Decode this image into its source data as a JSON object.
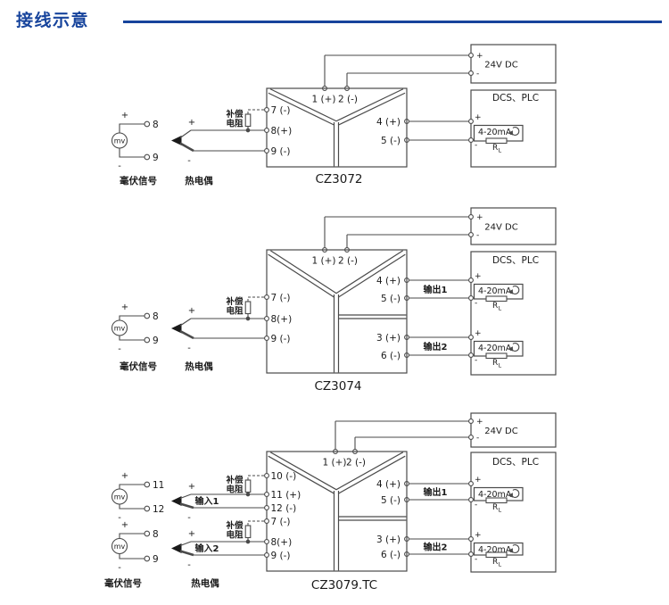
{
  "page": {
    "title": "接线示意"
  },
  "colors": {
    "accent": "#17449c",
    "line": "#4a4a4a",
    "text": "#1a1a1a"
  },
  "labels": {
    "power": "24V DC",
    "dcs": "DCS、PLC",
    "loop": "4-20mA",
    "load_r": "R",
    "load_r_sub": "L",
    "plus": "+",
    "minus": "-",
    "mv": "mv",
    "millivolt_signal": "毫伏信号",
    "thermocouple": "热电偶",
    "comp_res_line1": "补偿",
    "comp_res_line2": "电阻"
  },
  "diagrams": [
    {
      "model": "CZ3072",
      "power_terminals": [
        "1 (+)",
        "2 (-)"
      ],
      "inputs": [
        {
          "mv_plus_num": "8",
          "mv_minus_num": "9",
          "comp_terminal": "7 (-)",
          "tc_plus_terminal": "8(+)",
          "tc_minus_terminal": "9 (-)",
          "label": ""
        }
      ],
      "outputs": [
        {
          "plus_terminal": "4 (+)",
          "minus_terminal": "5 (-)",
          "label": ""
        }
      ]
    },
    {
      "model": "CZ3074",
      "power_terminals": [
        "1 (+)",
        "2 (-)"
      ],
      "inputs": [
        {
          "mv_plus_num": "8",
          "mv_minus_num": "9",
          "comp_terminal": "7 (-)",
          "tc_plus_terminal": "8(+)",
          "tc_minus_terminal": "9 (-)",
          "label": ""
        }
      ],
      "outputs": [
        {
          "plus_terminal": "4 (+)",
          "minus_terminal": "5 (-)",
          "label": "输出1"
        },
        {
          "plus_terminal": "3 (+)",
          "minus_terminal": "6 (-)",
          "label": "输出2"
        }
      ]
    },
    {
      "model": "CZ3079.TC",
      "power_terminals": [
        "1 (+)",
        "2 (-)"
      ],
      "inputs": [
        {
          "mv_plus_num": "11",
          "mv_minus_num": "12",
          "comp_terminal": "10 (-)",
          "tc_plus_terminal": "11 (+)",
          "tc_minus_terminal": "12 (-)",
          "label": "输入1"
        },
        {
          "mv_plus_num": "8",
          "mv_minus_num": "9",
          "comp_terminal": "7 (-)",
          "tc_plus_terminal": "8(+)",
          "tc_minus_terminal": "9 (-)",
          "label": "输入2"
        }
      ],
      "outputs": [
        {
          "plus_terminal": "4 (+)",
          "minus_terminal": "5 (-)",
          "label": "输出1"
        },
        {
          "plus_terminal": "3 (+)",
          "minus_terminal": "6 (-)",
          "label": "输出2"
        }
      ]
    }
  ]
}
